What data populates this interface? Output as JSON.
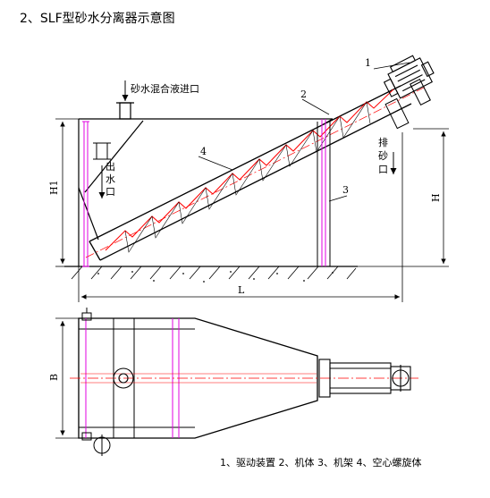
{
  "title": "2、SLF型砂水分离器示意图",
  "inlet_label": "砂水混合液进口",
  "overflow_outlet_label": [
    "出",
    "水",
    "口"
  ],
  "sand_outlet_label": [
    "排",
    "砂",
    "口"
  ],
  "callouts": [
    "1",
    "2",
    "3",
    "4"
  ],
  "dimensions": {
    "h1": "H1",
    "h": "H",
    "l": "L",
    "b": "B"
  },
  "legend": "1、驱动装置 2、机体 3、机架 4、空心螺旋体",
  "colors": {
    "outline": "#000000",
    "frame": "#e000e0",
    "spiral": "#ff0000",
    "centerline": "#ff0000",
    "ground": "#000000"
  }
}
